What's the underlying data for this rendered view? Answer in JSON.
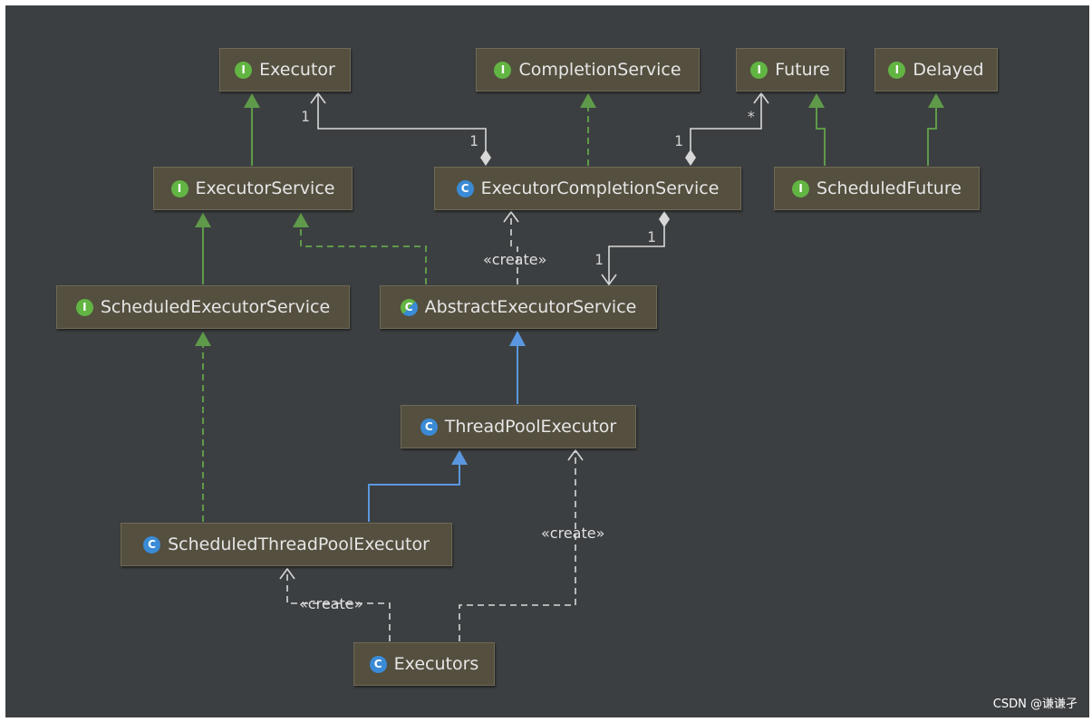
{
  "nodes": {
    "executor": {
      "name": "Executor",
      "kind": "I"
    },
    "completion_service": {
      "name": "CompletionService",
      "kind": "I"
    },
    "future": {
      "name": "Future",
      "kind": "I"
    },
    "delayed": {
      "name": "Delayed",
      "kind": "I"
    },
    "executor_service": {
      "name": "ExecutorService",
      "kind": "I"
    },
    "ecs": {
      "name": "ExecutorCompletionService",
      "kind": "C"
    },
    "scheduled_future": {
      "name": "ScheduledFuture",
      "kind": "I"
    },
    "ses": {
      "name": "ScheduledExecutorService",
      "kind": "I"
    },
    "aes": {
      "name": "AbstractExecutorService",
      "kind": "C"
    },
    "tpe": {
      "name": "ThreadPoolExecutor",
      "kind": "C"
    },
    "stpe": {
      "name": "ScheduledThreadPoolExecutor",
      "kind": "C"
    },
    "executors": {
      "name": "Executors",
      "kind": "C"
    }
  },
  "labels": {
    "mult_executor_top": "1",
    "mult_executor_ecs": "1",
    "mult_future_ecs": "1",
    "mult_future_top": "*",
    "mult_aes_ecs": "1",
    "mult_aes_top": "1",
    "create": "«create»"
  },
  "watermark": "CSDN @谦谦孑",
  "colors": {
    "background": "#3c3f41",
    "node_fill": "#544f3f",
    "interface_green": "#62b543",
    "class_blue": "#3a8bd6",
    "realize_arrow": "#5f9a4a",
    "extends_arrow": "#5b97e0",
    "association": "#d8d8d8"
  }
}
